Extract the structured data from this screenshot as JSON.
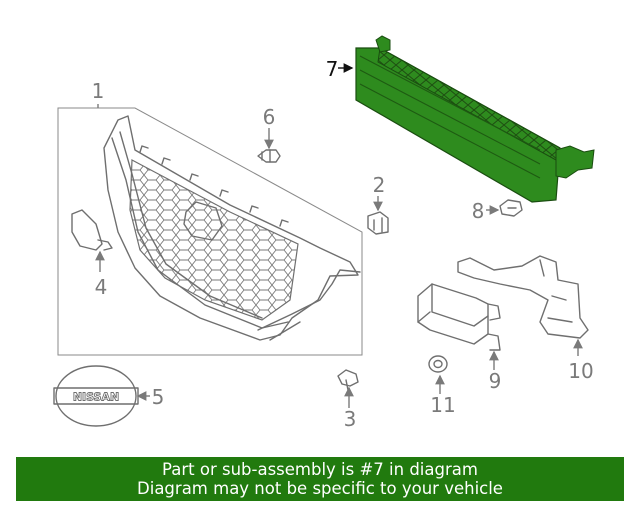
{
  "callouts": {
    "c1": "1",
    "c2": "2",
    "c3": "3",
    "c4": "4",
    "c5": "5",
    "c6": "6",
    "c7": "7",
    "c8": "8",
    "c9": "9",
    "c10": "10",
    "c11": "11"
  },
  "emblem_text": "NISSAN",
  "banner": {
    "line1": "Part or sub-assembly is #7 in diagram",
    "line2": "Diagram may not be specific to your vehicle"
  },
  "colors": {
    "highlight_part": "#2e8b1e",
    "banner_bg": "#217a0e",
    "banner_text": "#ffffff",
    "line_gray": "#6f6f6f"
  }
}
